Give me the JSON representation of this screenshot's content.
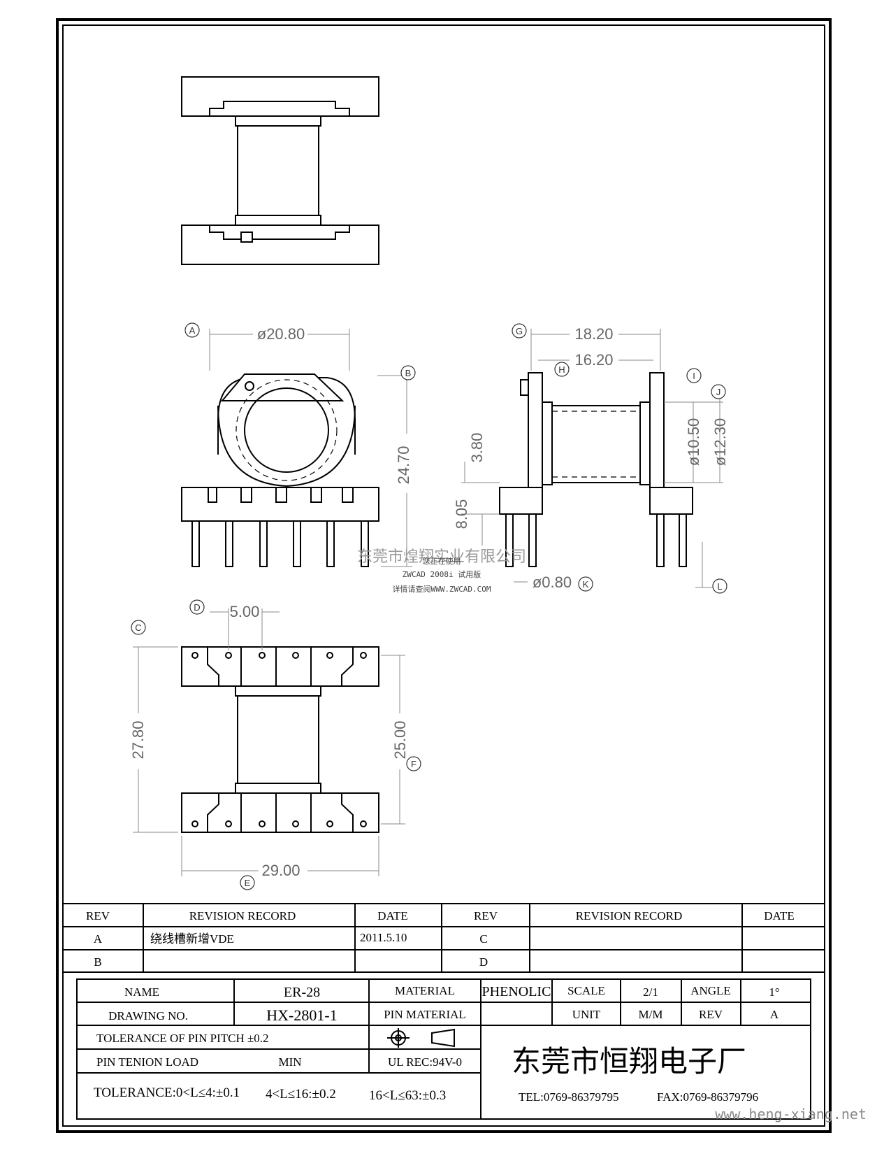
{
  "dimensions": {
    "top_width": "ø20.80",
    "top_height": "24.70",
    "side_outer": "18.20",
    "side_inner": "16.20",
    "side_core": "ø10.50",
    "side_flange": "ø12.30",
    "side_top": "3.80",
    "side_mid": "8.05",
    "pin_dia": "ø0.80",
    "pitch": "5.00",
    "total_height": "27.80",
    "inner_height": "25.00",
    "total_width": "29.00"
  },
  "balloons": [
    "A",
    "B",
    "C",
    "D",
    "E",
    "F",
    "G",
    "H",
    "I",
    "J",
    "K",
    "L"
  ],
  "watermark": {
    "company": "东莞市煌翔实业有限公司",
    "line1": "您正在使用",
    "line2": "ZWCAD 2008i 试用版",
    "line3": "详情请查阅WWW.ZWCAD.COM"
  },
  "revision_table": {
    "headers": [
      "REV",
      "REVISION RECORD",
      "DATE",
      "REV",
      "REVISION RECORD",
      "DATE"
    ],
    "rows": [
      {
        "rev1": "A",
        "record1": "绕线槽新增VDE",
        "date1": "2011.5.10",
        "rev2": "C",
        "record2": "",
        "date2": ""
      },
      {
        "rev1": "B",
        "record1": "",
        "date1": "",
        "rev2": "D",
        "record2": "",
        "date2": ""
      }
    ]
  },
  "title_block": {
    "name_label": "NAME",
    "name_value": "ER-28",
    "material_label": "MATERIAL",
    "material_value": "PHENOLIC",
    "scale_label": "SCALE",
    "scale_value": "2/1",
    "angle_label": "ANGLE",
    "angle_value": "1°",
    "drawing_no_label": "DRAWING NO.",
    "drawing_no_value": "HX-2801-1",
    "pin_material_label": "PIN MATERIAL",
    "unit_label": "UNIT",
    "unit_value": "M/M",
    "rev_label": "REV",
    "rev_value": "A",
    "tol_pitch": "TOLERANCE OF PIN PITCH ±0.2",
    "pin_tension_label": "PIN TENION LOAD",
    "pin_tension_value": "MIN",
    "ul_rec": "UL REC:94V-0",
    "company": "东莞市恒翔电子厂",
    "tol1": "TOLERANCE:0<L≤4:±0.1",
    "tol2": "4<L≤16:±0.2",
    "tol3": "16<L≤63:±0.3",
    "tel": "TEL:0769-86379795",
    "fax": "FAX:0769-86379796",
    "website": "www.heng-xiang.net"
  }
}
